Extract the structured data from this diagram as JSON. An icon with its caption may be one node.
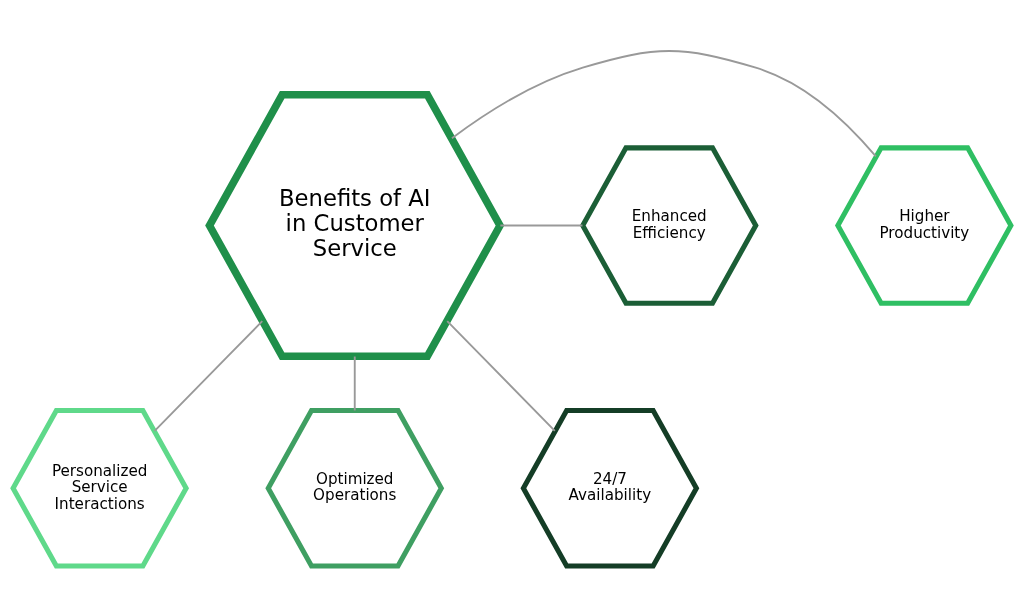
{
  "diagram": {
    "nodes": [
      {
        "text": [
          "Benefits of AI in Customer Service"
        ]
      },
      {
        "text": [
          "Higher Productivity"
        ]
      },
      {
        "text": [
          "Enhanced Efficiency"
        ]
      },
      {
        "text": [
          "Personalized Service Interactions"
        ]
      },
      {
        "text": [
          "Optimized Operations"
        ]
      },
      {
        "text": [
          "24/7 Availability"
        ]
      }
    ],
    "edges": [
      {
        "from": 0,
        "to": 1,
        "arrow": "none"
      },
      {
        "from": 0,
        "to": 2,
        "arrow": "none"
      },
      {
        "from": 0,
        "to": 3,
        "arrow": "none"
      },
      {
        "from": 0,
        "to": 4,
        "arrow": "none"
      },
      {
        "from": 0,
        "to": 5,
        "arrow": "none"
      }
    ]
  }
}
